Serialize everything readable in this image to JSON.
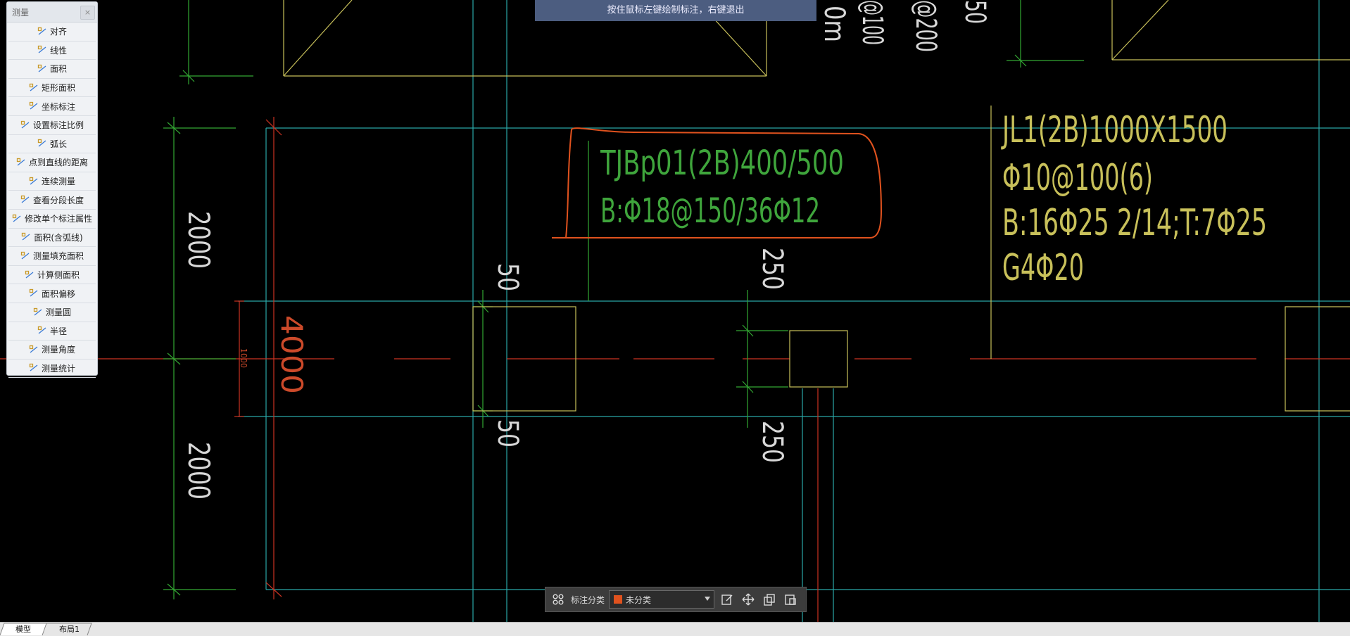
{
  "measure_panel": {
    "title": "测量",
    "close_glyph": "×",
    "items": [
      {
        "label": "对齐",
        "icon": "align-icon"
      },
      {
        "label": "线性",
        "icon": "linear-icon"
      },
      {
        "label": "面积",
        "icon": "area-icon"
      },
      {
        "label": "矩形面积",
        "icon": "rect-area-icon"
      },
      {
        "label": "坐标标注",
        "icon": "coordinate-icon"
      },
      {
        "label": "设置标注比例",
        "icon": "scale-icon"
      },
      {
        "label": "弧长",
        "icon": "arc-length-icon"
      },
      {
        "label": "点到直线的距离",
        "icon": "point-line-distance-icon"
      },
      {
        "label": "连续测量",
        "icon": "continuous-measure-icon"
      },
      {
        "label": "查看分段长度",
        "icon": "segment-length-icon"
      },
      {
        "label": "修改单个标注属性",
        "icon": "edit-annotation-icon"
      },
      {
        "label": "面积(含弧线)",
        "icon": "arc-area-icon"
      },
      {
        "label": "测量填充面积",
        "icon": "fill-area-icon"
      },
      {
        "label": "计算侧面积",
        "icon": "side-area-icon"
      },
      {
        "label": "面积偏移",
        "icon": "area-offset-icon"
      },
      {
        "label": "测量圆",
        "icon": "circle-icon"
      },
      {
        "label": "半径",
        "icon": "radius-icon"
      },
      {
        "label": "测量角度",
        "icon": "angle-icon"
      },
      {
        "label": "测量统计",
        "icon": "statistics-icon"
      }
    ]
  },
  "hint": "按住鼠标左键绘制标注，右键退出",
  "drawing": {
    "annotation_box": {
      "line1": "TJBp01(2B)400/500",
      "line2": "B:Φ18@150/36Φ12"
    },
    "beam_label": {
      "line1": "JL1(2B)1000X1500",
      "line2": "Φ10@100(6)",
      "line3": "B:16Φ25 2/14;T:7Φ25",
      "line4": "G4Φ20"
    },
    "dims": {
      "d2000_top": "2000",
      "d2000_bottom": "2000",
      "d4000": "4000",
      "d1000": "1000",
      "d50_top": "50",
      "d50_bottom": "50",
      "d250_top": "250",
      "d250_bottom": "250",
      "top_t1": "0m",
      "top_t2": "@100",
      "top_t3": "@200",
      "top_t4": "50"
    }
  },
  "toolbar": {
    "label": "标注分类",
    "category_value": "未分类",
    "icons": [
      "grid-icon",
      "edit-icon",
      "move-icon",
      "copy-icon",
      "paste-icon"
    ],
    "swatch_color": "#e0521e"
  },
  "tabs": [
    {
      "label": "模型"
    },
    {
      "label": "布局1"
    }
  ],
  "colors": {
    "background": "#000000",
    "cyan": "#2aa7a7",
    "green": "#33a833",
    "yellow": "#c8c05a",
    "red": "#cc3322",
    "annotation": "#e0521e"
  }
}
